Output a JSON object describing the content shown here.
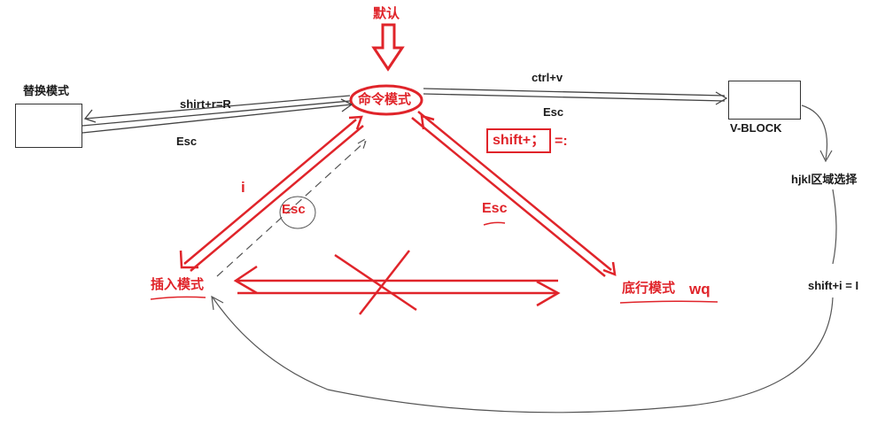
{
  "default_label": "默认",
  "nodes": {
    "command": "命令模式",
    "replace": "替换模式",
    "vblock": "V-BLOCK",
    "insert": "插入模式",
    "bottom": "底行模式"
  },
  "edges": {
    "shift_r": "shirt+r=R",
    "esc_replace": "Esc",
    "ctrl_v": "ctrl+v",
    "esc_vblock": "Esc",
    "shift_semicolon": "shift+；",
    "colon": "=:",
    "i": "i",
    "esc_insert": "Esc",
    "esc_bottom": "Esc",
    "wq": "wq",
    "hjkl": "hjkl区域选择",
    "shift_i": "shift+i = I"
  },
  "colors": {
    "accent": "#e0242a",
    "ink": "#1a1a1a"
  }
}
